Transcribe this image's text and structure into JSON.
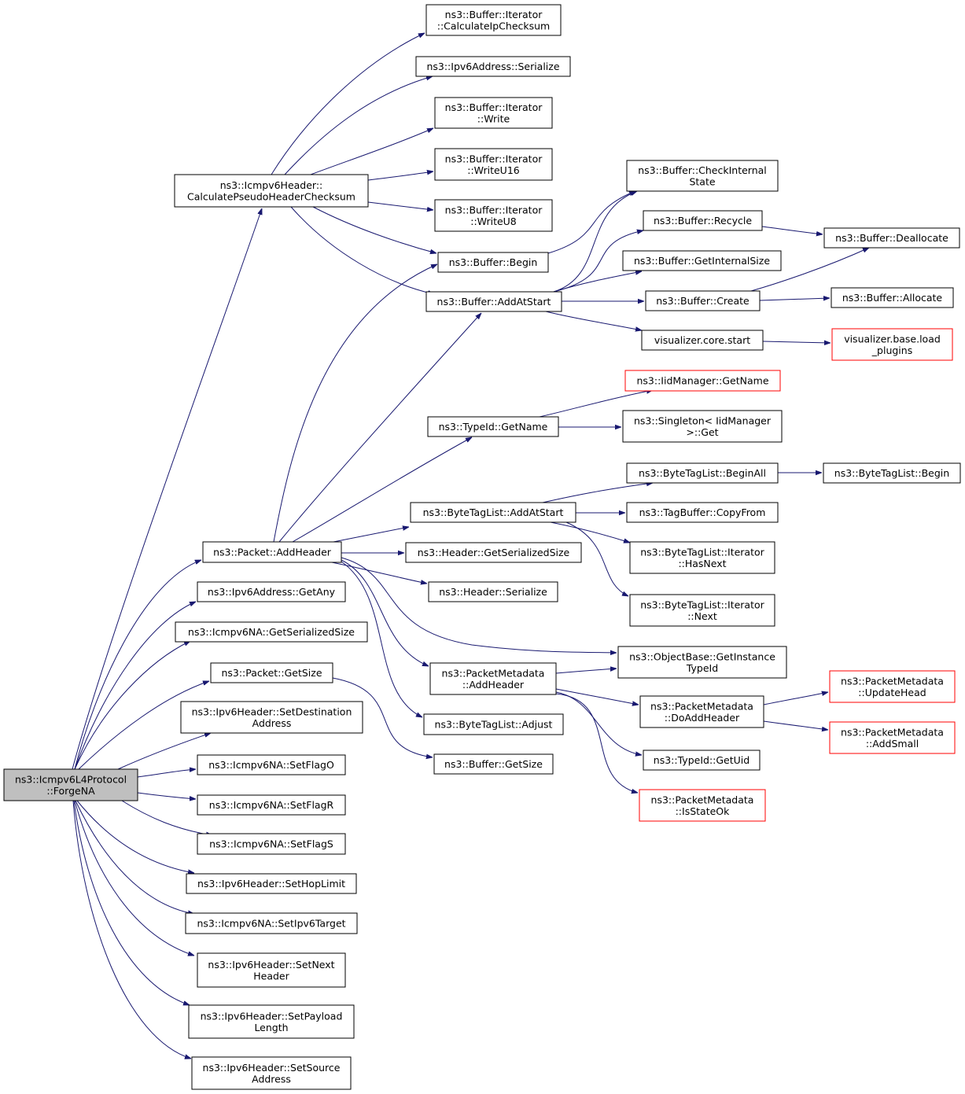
{
  "diagram": {
    "type": "call-graph",
    "colors": {
      "edge": "#191970",
      "node_border": "#000000",
      "truncated_border": "#ff0000",
      "root_fill": "#bfbfbf",
      "node_fill": "#ffffff"
    },
    "nodes": [
      {
        "id": "forgena",
        "lines": [
          "ns3::Icmpv6L4Protocol",
          "::ForgeNA"
        ],
        "style": "root"
      },
      {
        "id": "calcpseudo",
        "lines": [
          "ns3::Icmpv6Header::",
          "CalculatePseudoHeaderChecksum"
        ],
        "style": "normal"
      },
      {
        "id": "calcip",
        "lines": [
          "ns3::Buffer::Iterator",
          "::CalculateIpChecksum"
        ],
        "style": "normal"
      },
      {
        "id": "v6serialize",
        "lines": [
          "ns3::Ipv6Address::Serialize"
        ],
        "style": "normal"
      },
      {
        "id": "write",
        "lines": [
          "ns3::Buffer::Iterator",
          "::Write"
        ],
        "style": "normal"
      },
      {
        "id": "writeu16",
        "lines": [
          "ns3::Buffer::Iterator",
          "::WriteU16"
        ],
        "style": "normal"
      },
      {
        "id": "writeu8",
        "lines": [
          "ns3::Buffer::Iterator",
          "::WriteU8"
        ],
        "style": "normal"
      },
      {
        "id": "bufbegin",
        "lines": [
          "ns3::Buffer::Begin"
        ],
        "style": "normal"
      },
      {
        "id": "bufaddatstart",
        "lines": [
          "ns3::Buffer::AddAtStart"
        ],
        "style": "normal"
      },
      {
        "id": "checkinternal",
        "lines": [
          "ns3::Buffer::CheckInternal",
          "State"
        ],
        "style": "normal"
      },
      {
        "id": "recycle",
        "lines": [
          "ns3::Buffer::Recycle"
        ],
        "style": "normal"
      },
      {
        "id": "getinternalsize",
        "lines": [
          "ns3::Buffer::GetInternalSize"
        ],
        "style": "normal"
      },
      {
        "id": "create",
        "lines": [
          "ns3::Buffer::Create"
        ],
        "style": "normal"
      },
      {
        "id": "vizstart",
        "lines": [
          "visualizer.core.start"
        ],
        "style": "normal"
      },
      {
        "id": "dealloc",
        "lines": [
          "ns3::Buffer::Deallocate"
        ],
        "style": "normal"
      },
      {
        "id": "alloc",
        "lines": [
          "ns3::Buffer::Allocate"
        ],
        "style": "normal"
      },
      {
        "id": "loadplugins",
        "lines": [
          "visualizer.base.load",
          "_plugins"
        ],
        "style": "truncated"
      },
      {
        "id": "iidgetname",
        "lines": [
          "ns3::IidManager::GetName"
        ],
        "style": "truncated"
      },
      {
        "id": "typeidgetname",
        "lines": [
          "ns3::TypeId::GetName"
        ],
        "style": "normal"
      },
      {
        "id": "singletonget",
        "lines": [
          "ns3::Singleton< IidManager",
          ">::Get"
        ],
        "style": "normal"
      },
      {
        "id": "btlbeginall",
        "lines": [
          "ns3::ByteTagList::BeginAll"
        ],
        "style": "normal"
      },
      {
        "id": "btlbegin",
        "lines": [
          "ns3::ByteTagList::Begin"
        ],
        "style": "normal"
      },
      {
        "id": "btladdatstart",
        "lines": [
          "ns3::ByteTagList::AddAtStart"
        ],
        "style": "normal"
      },
      {
        "id": "tagcopyfrom",
        "lines": [
          "ns3::TagBuffer::CopyFrom"
        ],
        "style": "normal"
      },
      {
        "id": "hasnext",
        "lines": [
          "ns3::ByteTagList::Iterator",
          "::HasNext"
        ],
        "style": "normal"
      },
      {
        "id": "next",
        "lines": [
          "ns3::ByteTagList::Iterator",
          "::Next"
        ],
        "style": "normal"
      },
      {
        "id": "pktaddheader",
        "lines": [
          "ns3::Packet::AddHeader"
        ],
        "style": "normal"
      },
      {
        "id": "hdrserializedsize",
        "lines": [
          "ns3::Header::GetSerializedSize"
        ],
        "style": "normal"
      },
      {
        "id": "hdrserialize",
        "lines": [
          "ns3::Header::Serialize"
        ],
        "style": "normal"
      },
      {
        "id": "getinsttypeid",
        "lines": [
          "ns3::ObjectBase::GetInstance",
          "TypeId"
        ],
        "style": "normal"
      },
      {
        "id": "pmaddheader",
        "lines": [
          "ns3::PacketMetadata",
          "::AddHeader"
        ],
        "style": "normal"
      },
      {
        "id": "doaddheader",
        "lines": [
          "ns3::PacketMetadata",
          "::DoAddHeader"
        ],
        "style": "normal"
      },
      {
        "id": "updatehead",
        "lines": [
          "ns3::PacketMetadata",
          "::UpdateHead"
        ],
        "style": "truncated"
      },
      {
        "id": "addsmall",
        "lines": [
          "ns3::PacketMetadata",
          "::AddSmall"
        ],
        "style": "truncated"
      },
      {
        "id": "getuid",
        "lines": [
          "ns3::TypeId::GetUid"
        ],
        "style": "normal"
      },
      {
        "id": "isstateok",
        "lines": [
          "ns3::PacketMetadata",
          "::IsStateOk"
        ],
        "style": "truncated"
      },
      {
        "id": "btladjust",
        "lines": [
          "ns3::ByteTagList::Adjust"
        ],
        "style": "normal"
      },
      {
        "id": "getany",
        "lines": [
          "ns3::Ipv6Address::GetAny"
        ],
        "style": "normal"
      },
      {
        "id": "nagetsersize",
        "lines": [
          "ns3::Icmpv6NA::GetSerializedSize"
        ],
        "style": "normal"
      },
      {
        "id": "pktgetsize",
        "lines": [
          "ns3::Packet::GetSize"
        ],
        "style": "normal"
      },
      {
        "id": "bufgetsize",
        "lines": [
          "ns3::Buffer::GetSize"
        ],
        "style": "normal"
      },
      {
        "id": "setdest",
        "lines": [
          "ns3::Ipv6Header::SetDestination",
          "Address"
        ],
        "style": "normal"
      },
      {
        "id": "setflago",
        "lines": [
          "ns3::Icmpv6NA::SetFlagO"
        ],
        "style": "normal"
      },
      {
        "id": "setflagr",
        "lines": [
          "ns3::Icmpv6NA::SetFlagR"
        ],
        "style": "normal"
      },
      {
        "id": "setflags",
        "lines": [
          "ns3::Icmpv6NA::SetFlagS"
        ],
        "style": "normal"
      },
      {
        "id": "sethoplimit",
        "lines": [
          "ns3::Ipv6Header::SetHopLimit"
        ],
        "style": "normal"
      },
      {
        "id": "setipv6target",
        "lines": [
          "ns3::Icmpv6NA::SetIpv6Target"
        ],
        "style": "normal"
      },
      {
        "id": "setnext",
        "lines": [
          "ns3::Ipv6Header::SetNext",
          "Header"
        ],
        "style": "normal"
      },
      {
        "id": "setpayload",
        "lines": [
          "ns3::Ipv6Header::SetPayload",
          "Length"
        ],
        "style": "normal"
      },
      {
        "id": "setsource",
        "lines": [
          "ns3::Ipv6Header::SetSource",
          "Address"
        ],
        "style": "normal"
      }
    ],
    "edges": [
      {
        "from": "forgena",
        "to": "calcpseudo"
      },
      {
        "from": "forgena",
        "to": "pktaddheader"
      },
      {
        "from": "forgena",
        "to": "getany"
      },
      {
        "from": "forgena",
        "to": "nagetsersize"
      },
      {
        "from": "forgena",
        "to": "pktgetsize"
      },
      {
        "from": "forgena",
        "to": "setdest"
      },
      {
        "from": "forgena",
        "to": "setflago"
      },
      {
        "from": "forgena",
        "to": "setflagr"
      },
      {
        "from": "forgena",
        "to": "setflags"
      },
      {
        "from": "forgena",
        "to": "sethoplimit"
      },
      {
        "from": "forgena",
        "to": "setipv6target"
      },
      {
        "from": "forgena",
        "to": "setnext"
      },
      {
        "from": "forgena",
        "to": "setpayload"
      },
      {
        "from": "forgena",
        "to": "setsource"
      },
      {
        "from": "calcpseudo",
        "to": "calcip"
      },
      {
        "from": "calcpseudo",
        "to": "v6serialize"
      },
      {
        "from": "calcpseudo",
        "to": "write"
      },
      {
        "from": "calcpseudo",
        "to": "writeu16"
      },
      {
        "from": "calcpseudo",
        "to": "writeu8"
      },
      {
        "from": "calcpseudo",
        "to": "bufbegin"
      },
      {
        "from": "calcpseudo",
        "to": "bufaddatstart"
      },
      {
        "from": "bufbegin",
        "to": "checkinternal"
      },
      {
        "from": "bufaddatstart",
        "to": "checkinternal"
      },
      {
        "from": "bufaddatstart",
        "to": "recycle"
      },
      {
        "from": "bufaddatstart",
        "to": "getinternalsize"
      },
      {
        "from": "bufaddatstart",
        "to": "create"
      },
      {
        "from": "bufaddatstart",
        "to": "vizstart"
      },
      {
        "from": "recycle",
        "to": "dealloc"
      },
      {
        "from": "create",
        "to": "dealloc"
      },
      {
        "from": "create",
        "to": "alloc"
      },
      {
        "from": "vizstart",
        "to": "loadplugins"
      },
      {
        "from": "typeidgetname",
        "to": "iidgetname"
      },
      {
        "from": "typeidgetname",
        "to": "singletonget"
      },
      {
        "from": "btladdatstart",
        "to": "btlbeginall"
      },
      {
        "from": "btladdatstart",
        "to": "tagcopyfrom"
      },
      {
        "from": "btladdatstart",
        "to": "hasnext"
      },
      {
        "from": "btladdatstart",
        "to": "next"
      },
      {
        "from": "btlbeginall",
        "to": "btlbegin"
      },
      {
        "from": "pktaddheader",
        "to": "bufbegin"
      },
      {
        "from": "pktaddheader",
        "to": "bufaddatstart"
      },
      {
        "from": "pktaddheader",
        "to": "typeidgetname"
      },
      {
        "from": "pktaddheader",
        "to": "btladdatstart"
      },
      {
        "from": "pktaddheader",
        "to": "hdrserializedsize"
      },
      {
        "from": "pktaddheader",
        "to": "hdrserialize"
      },
      {
        "from": "pktaddheader",
        "to": "getinsttypeid"
      },
      {
        "from": "pktaddheader",
        "to": "pmaddheader"
      },
      {
        "from": "pktaddheader",
        "to": "btladjust"
      },
      {
        "from": "pmaddheader",
        "to": "getinsttypeid"
      },
      {
        "from": "pmaddheader",
        "to": "doaddheader"
      },
      {
        "from": "pmaddheader",
        "to": "getuid"
      },
      {
        "from": "pmaddheader",
        "to": "isstateok"
      },
      {
        "from": "doaddheader",
        "to": "updatehead"
      },
      {
        "from": "doaddheader",
        "to": "addsmall"
      },
      {
        "from": "pktgetsize",
        "to": "bufgetsize"
      }
    ]
  }
}
